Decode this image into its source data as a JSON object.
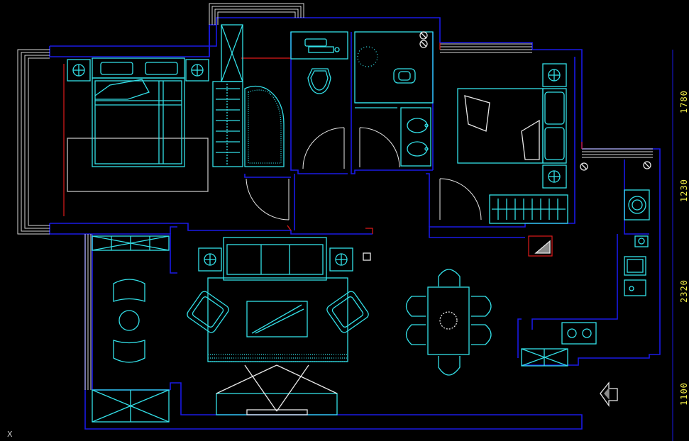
{
  "drawing": {
    "colors": {
      "wall": "#1a1ae6",
      "furniture": "#33e0e8",
      "door": "#e8e8e8",
      "accent": "#e01a1a",
      "dimension_text": "#f5f04a",
      "background": "#000000"
    },
    "dimensions": [
      {
        "label": "1780"
      },
      {
        "label": "1230"
      },
      {
        "label": "2320"
      },
      {
        "label": "1100"
      }
    ],
    "corner_mark": "X"
  }
}
